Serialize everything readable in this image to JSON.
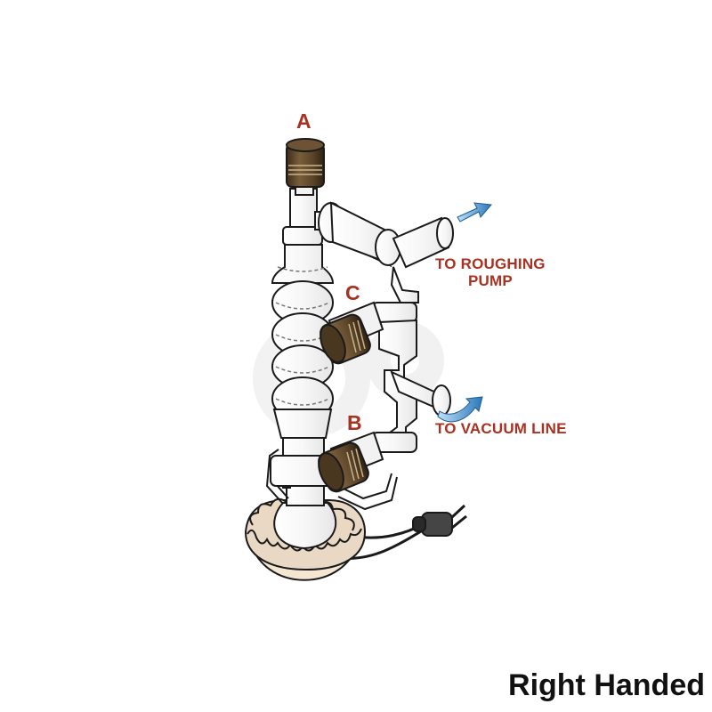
{
  "labels": {
    "stopcock_a": "A",
    "stopcock_b": "B",
    "stopcock_c": "C",
    "roughing_pump_line1": "TO ROUGHING",
    "roughing_pump_line2": "PUMP",
    "vacuum_line": "TO VACUUM LINE"
  },
  "caption": "Right Handed",
  "colors": {
    "label_text": "#a83222",
    "stopcock_knob": "#5b4429",
    "heating_mantle": "#f4e8da",
    "flow_arrow": "#3a86c6",
    "glass_outline": "#1a1a1a"
  }
}
